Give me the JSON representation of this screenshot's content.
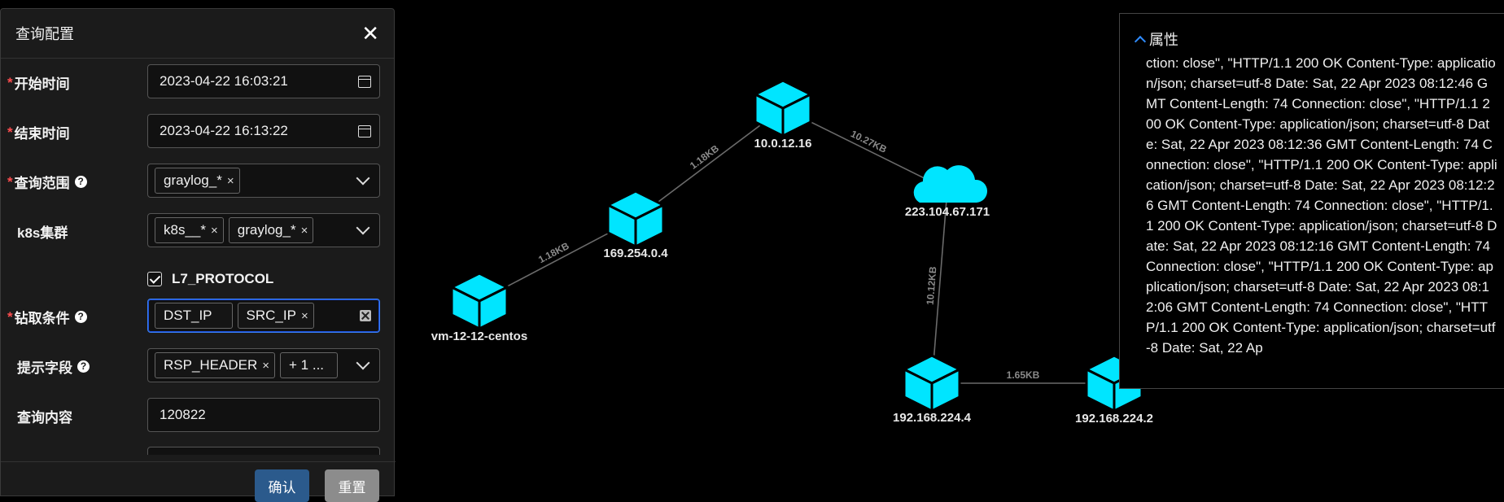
{
  "panel": {
    "title": "查询配置",
    "close_icon": "close-icon",
    "fields": {
      "start_time": {
        "label": "开始时间",
        "required": true,
        "value": "2023-04-22 16:03:21"
      },
      "end_time": {
        "label": "结束时间",
        "required": true,
        "value": "2023-04-22 16:13:22"
      },
      "scope": {
        "label": "查询范围",
        "required": true,
        "tags": [
          "graylog_*"
        ]
      },
      "k8s": {
        "label": "k8s集群",
        "required": false,
        "tags": [
          "k8s__*",
          "graylog_*"
        ]
      },
      "l7": {
        "label": "L7_PROTOCOL",
        "checked": true
      },
      "drill": {
        "label": "钻取条件",
        "required": true,
        "tags": [
          "DST_IP",
          "SRC_IP"
        ]
      },
      "hint": {
        "label": "提示字段",
        "required": false,
        "tags": [
          "RSP_HEADER",
          "+ 1 ..."
        ]
      },
      "content": {
        "label": "查询内容",
        "value": "120822"
      }
    },
    "required_mark": "*",
    "help_mark": "?",
    "tag_close": "×",
    "buttons": {
      "confirm": "确认",
      "reset": "重置"
    }
  },
  "graph": {
    "nodes": [
      {
        "id": "n1",
        "label": "vm-12-12-centos",
        "icon": "cube-icon"
      },
      {
        "id": "n2",
        "label": "169.254.0.4",
        "icon": "cube-icon"
      },
      {
        "id": "n3",
        "label": "10.0.12.16",
        "icon": "cube-icon"
      },
      {
        "id": "n4",
        "label": "223.104.67.171",
        "icon": "cloud-icon"
      },
      {
        "id": "n5",
        "label": "192.168.224.4",
        "icon": "cube-icon"
      },
      {
        "id": "n6",
        "label": "192.168.224.2",
        "icon": "cube-icon"
      }
    ],
    "edges": [
      {
        "from": "n1",
        "to": "n2",
        "label": "1.18KB"
      },
      {
        "from": "n2",
        "to": "n3",
        "label": "1.18KB"
      },
      {
        "from": "n3",
        "to": "n4",
        "label": "10.27KB"
      },
      {
        "from": "n4",
        "to": "n5",
        "label": "10.12KB"
      },
      {
        "from": "n5",
        "to": "n6",
        "label": "1.65KB"
      }
    ],
    "node_color": "#00e5ff"
  },
  "props": {
    "title": "属性",
    "body": "ction: close\", \"HTTP/1.1 200 OK Content-Type: application/json; charset=utf-8 Date: Sat, 22 Apr 2023 08:12:46 GMT Content-Length: 74 Connection: close\", \"HTTP/1.1 200 OK Content-Type: application/json; charset=utf-8 Date: Sat, 22 Apr 2023 08:12:36 GMT Content-Length: 74 Connection: close\", \"HTTP/1.1 200 OK Content-Type: application/json; charset=utf-8 Date: Sat, 22 Apr 2023 08:12:26 GMT Content-Length: 74 Connection: close\", \"HTTP/1.1 200 OK Content-Type: application/json; charset=utf-8 Date: Sat, 22 Apr 2023 08:12:16 GMT Content-Length: 74 Connection: close\", \"HTTP/1.1 200 OK Content-Type: application/json; charset=utf-8 Date: Sat, 22 Apr 2023 08:12:06 GMT Content-Length: 74 Connection: close\", \"HTTP/1.1 200 OK Content-Type: application/json; charset=utf-8 Date: Sat, 22 Ap"
  }
}
